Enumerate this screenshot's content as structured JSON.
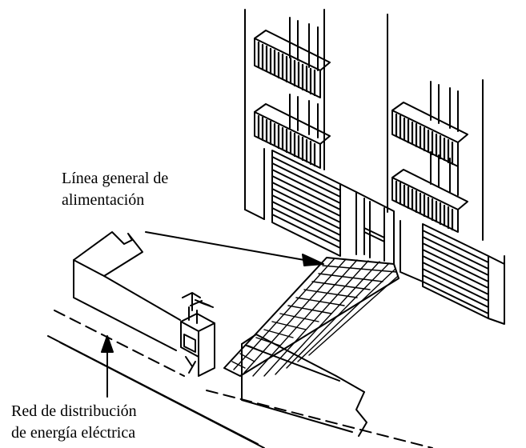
{
  "labels": {
    "line_top": [
      "Línea general de",
      "alimentación"
    ],
    "line_bottom": [
      "Red de distribución",
      "de energía eléctrica"
    ]
  },
  "colors": {
    "ink": "#000000",
    "paper": "#ffffff"
  }
}
